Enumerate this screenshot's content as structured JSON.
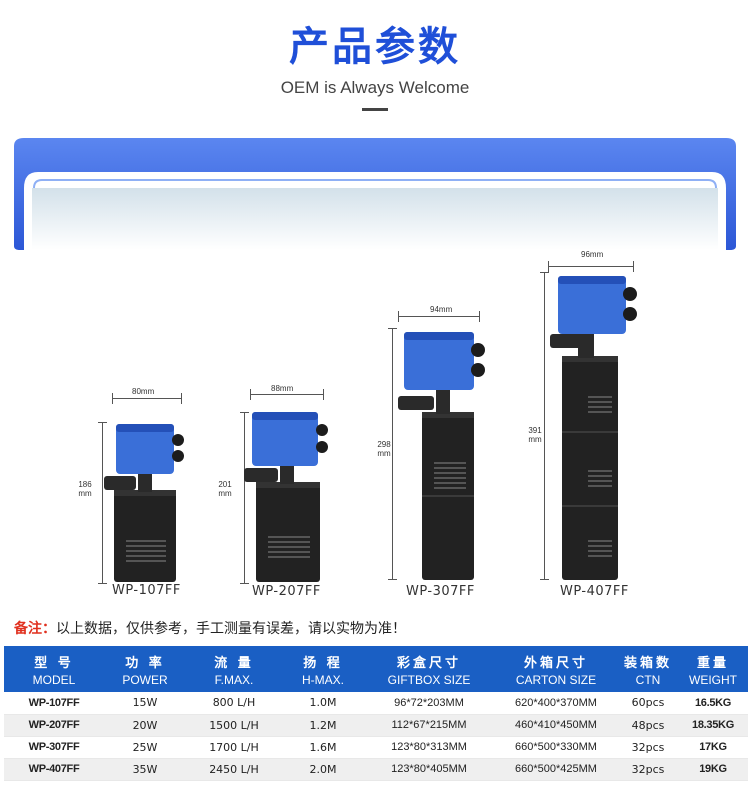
{
  "header": {
    "title": "产品参数",
    "subtitle": "OEM is Always Welcome"
  },
  "colors": {
    "accent": "#1f4fd8",
    "tank": "#2f5fe0",
    "pump_head": "#3a6fd8",
    "body": "#1e1e1e",
    "warning": "#e0301e",
    "table_header": "#1a5fc4"
  },
  "products": [
    {
      "model": "WP-107FF",
      "width": "80mm",
      "height_value": "186",
      "height_unit": "mm"
    },
    {
      "model": "WP-207FF",
      "width": "88mm",
      "height_value": "201",
      "height_unit": "mm"
    },
    {
      "model": "WP-307FF",
      "width": "94mm",
      "height_value": "298",
      "height_unit": "mm"
    },
    {
      "model": "WP-407FF",
      "width": "96mm",
      "height_value": "391",
      "height_unit": "mm"
    }
  ],
  "note": {
    "label": "备注：",
    "text": "以上数据，仅供参考，手工测量有误差，请以实物为准！"
  },
  "table": {
    "headers": [
      {
        "cn": "型 号",
        "en": "MODEL"
      },
      {
        "cn": "功 率",
        "en": "POWER"
      },
      {
        "cn": "流 量",
        "en": "F.MAX."
      },
      {
        "cn": "扬 程",
        "en": "H-MAX."
      },
      {
        "cn": "彩盒尺寸",
        "en": "GIFTBOX SIZE"
      },
      {
        "cn": "外箱尺寸",
        "en": "CARTON SIZE"
      },
      {
        "cn": "装箱数",
        "en": "CTN"
      },
      {
        "cn": "重量",
        "en": "WEIGHT"
      }
    ],
    "rows": [
      [
        "WP-107FF",
        "15W",
        "800 L/H",
        "1.0M",
        "96*72*203MM",
        "620*400*370MM",
        "60pcs",
        "16.5KG"
      ],
      [
        "WP-207FF",
        "20W",
        "1500 L/H",
        "1.2M",
        "112*67*215MM",
        "460*410*450MM",
        "48pcs",
        "18.35KG"
      ],
      [
        "WP-307FF",
        "25W",
        "1700 L/H",
        "1.6M",
        "123*80*313MM",
        "660*500*330MM",
        "32pcs",
        "17KG"
      ],
      [
        "WP-407FF",
        "35W",
        "2450 L/H",
        "2.0M",
        "123*80*405MM",
        "660*500*425MM",
        "32pcs",
        "19KG"
      ]
    ]
  }
}
